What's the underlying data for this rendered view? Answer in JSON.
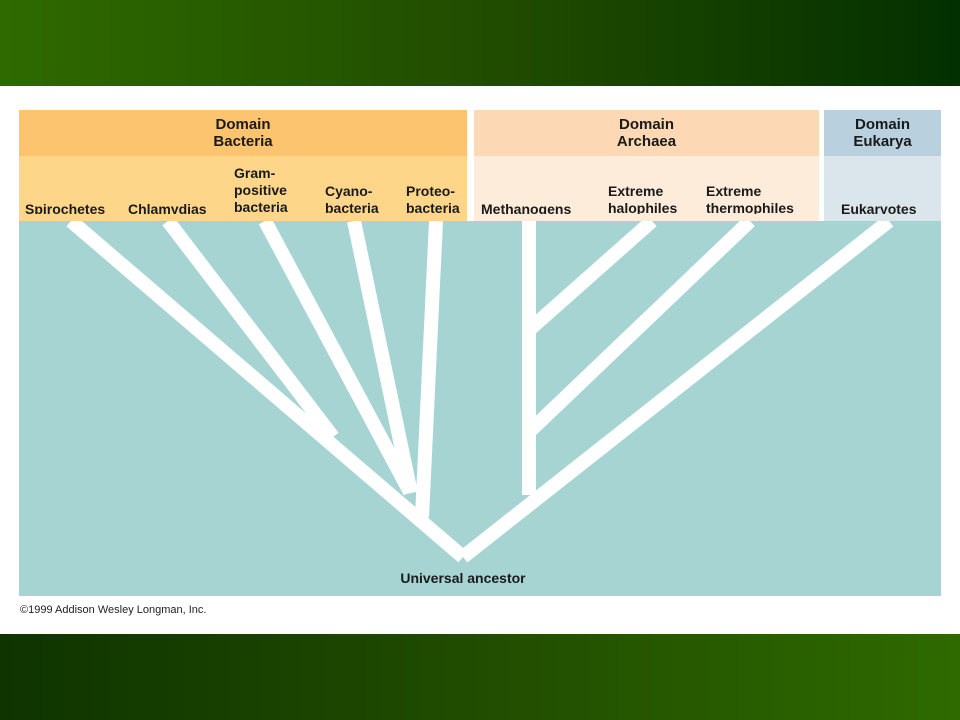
{
  "domains": [
    {
      "line1": "Domain",
      "line2": "Bacteria",
      "head_color": "#fcc46e",
      "leaf_color": "#fed68a"
    },
    {
      "line1": "Domain",
      "line2": "Archaea",
      "head_color": "#fcd9b4",
      "leaf_color": "#feecda"
    },
    {
      "line1": "Domain",
      "line2": "Eukarya",
      "head_color": "#b9d1de",
      "leaf_color": "#dbe6ec"
    }
  ],
  "leaves": {
    "spirochetes": [
      "Spirochetes"
    ],
    "chlamydias": [
      "Chlamydias"
    ],
    "gram_positive": [
      "Gram-",
      "positive",
      "bacteria"
    ],
    "cyanobacteria": [
      "Cyano-",
      "bacteria"
    ],
    "proteobacteria": [
      "Proteo-",
      "bacteria"
    ],
    "methanogens": [
      "Methanogens"
    ],
    "extreme_halophiles": [
      "Extreme",
      "halophiles"
    ],
    "extreme_thermophiles": [
      "Extreme",
      "thermophiles"
    ],
    "eukaryotes": [
      "Eukaryotes"
    ]
  },
  "root_label": "Universal ancestor",
  "copyright": "©1999 Addison Wesley Longman, Inc.",
  "colors": {
    "tree_background": "#a6d4d3",
    "branch": "#ffffff",
    "band_green": "#2f6a00"
  }
}
